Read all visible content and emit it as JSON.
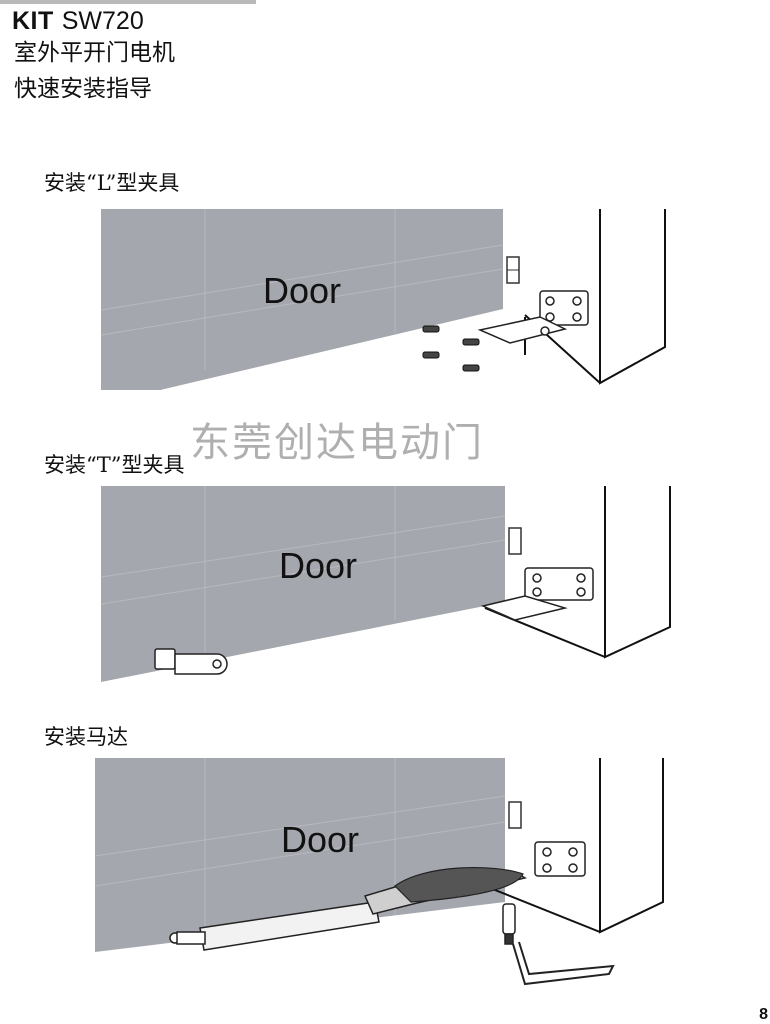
{
  "header": {
    "kit_prefix": "KIT",
    "model": "SW720",
    "subtitle_1": "室外平开门电机",
    "subtitle_2": "快速安装指导"
  },
  "sections": [
    {
      "title": "安装“L”型夹具",
      "door_label": "Door"
    },
    {
      "title": "安装“T”型夹具",
      "door_label": "Door"
    },
    {
      "title": "安装马达",
      "door_label": "Door"
    }
  ],
  "watermark": "东莞创达电动门",
  "page_number": "8",
  "colors": {
    "door": "#a4a7ad",
    "outline": "#222222",
    "accent_rule": "#b9b9b9"
  }
}
